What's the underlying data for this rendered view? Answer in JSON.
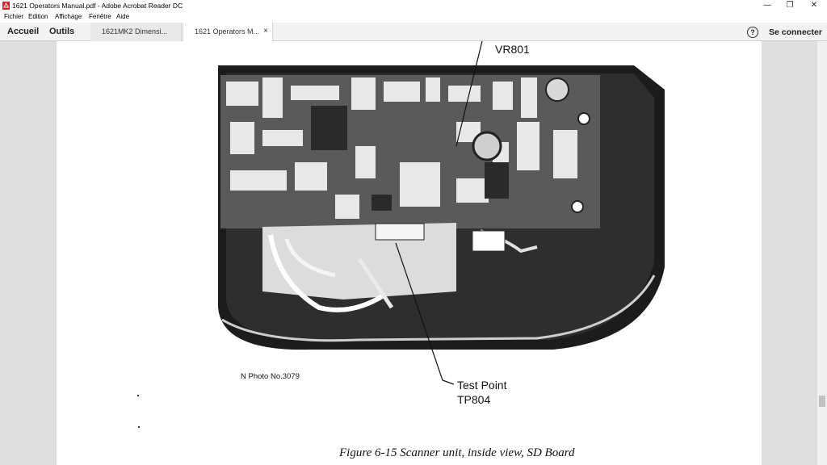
{
  "window": {
    "title": "1621 Operators Manual.pdf - Adobe Acrobat Reader DC",
    "minimize": "—",
    "maximize": "❐",
    "close": "✕"
  },
  "menu": {
    "items": [
      "Fichier",
      "Edition",
      "Affichage",
      "Fenêtre",
      "Aide"
    ]
  },
  "toolbar": {
    "home_label": "Accueil",
    "tools_label": "Outils",
    "help_glyph": "?",
    "signin_label": "Se connecter"
  },
  "tabs": [
    {
      "label": "1621MK2 Dimensi...",
      "active": false
    },
    {
      "label": "1621 Operators M...",
      "active": true,
      "close": "×"
    }
  ],
  "document": {
    "label_vr": "VR801",
    "photo_no": "N Photo No.3079",
    "test_point_line1": "Test Point",
    "test_point_line2": "TP804",
    "caption": "Figure 6-15 Scanner unit, inside view, SD Board"
  },
  "colors": {
    "accent_red": "#d4272d",
    "page_bg": "#ffffff",
    "viewer_bg": "#dedede"
  }
}
